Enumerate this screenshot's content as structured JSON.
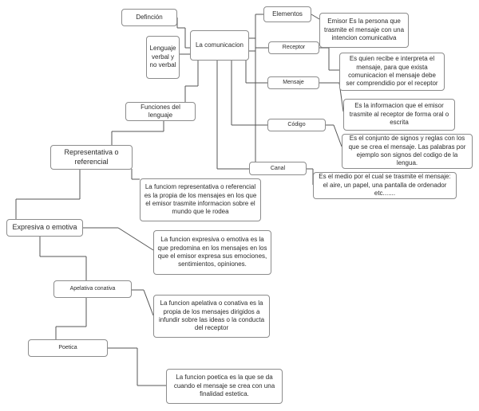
{
  "nodes": {
    "definicion": "Definción",
    "lenguaje": "Lenguaje verbal y no verbal",
    "comunicacion": "La comunicacion",
    "elementos": "Elementos",
    "emisor_desc": "Emisor Es la persona que trasmite el mensaje con una intencion comunicativa",
    "receptor": "Receptor",
    "receptor_desc": "Es quien recibe e interpreta el mensaje, para que exista comunicacion el mensaje debe ser comprendidio por el receptor",
    "mensaje": "Mensaje",
    "mensaje_desc": "Es la informacion que el emisor trasmite al receptor de forma oral o escrita",
    "codigo": "Código",
    "codigo_desc": "Es el conjunto de signos y reglas con los que se crea el mensaje. Las palabras por ejemplo son signos del codigo de la lengua.",
    "canal": "Canal",
    "canal_desc": "Es el medio por el cual se trasmite el mensaje: el aire, un papel, una pantalla de ordenador etc.......",
    "funciones": "Funciones del lenguaje",
    "representativa": "Representativa o referencial",
    "representativa_desc": "La funciom representativa o referencial es la propia de los mensajes en los que el emisor trasmite informacion sobre el mundo que le rodea",
    "expresiva": "Expresiva o emotiva",
    "expresiva_desc": "La funcion expresiva o emotiva es la que predomina en los mensajes en los que el emisor expresa sus emociones, sentimientos, opiniones.",
    "apelativa": "Apelativa conativa",
    "apelativa_desc": "La funcion apelativa o conativa es la propia de los mensajes dirigidos a infundir sobre las ideas o la conducta del receptor",
    "poetica": "Poetica",
    "poetica_desc": "La funcion poetica es la que se da cuando el mensaje se crea con una finalidad estetica."
  }
}
